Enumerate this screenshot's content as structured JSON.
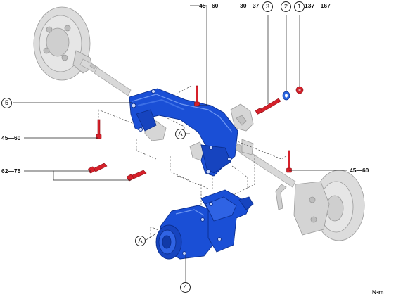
{
  "torques": {
    "top_center": "45—60",
    "top_mid": "30—37",
    "top_right": "137—167",
    "left_upper": "45—60",
    "left_lower": "62—75",
    "right_mid": "45—60"
  },
  "callouts": {
    "c1": "1",
    "c2": "2",
    "c3": "3",
    "c4": "4",
    "c5": "5",
    "a_upper": "A",
    "a_lower": "A"
  },
  "unit": "N·m",
  "colors": {
    "subframe": "#1a4fd6",
    "bolt": "#d6202a",
    "ghost": "#c9c9c9",
    "washer": "#2a66e0"
  }
}
